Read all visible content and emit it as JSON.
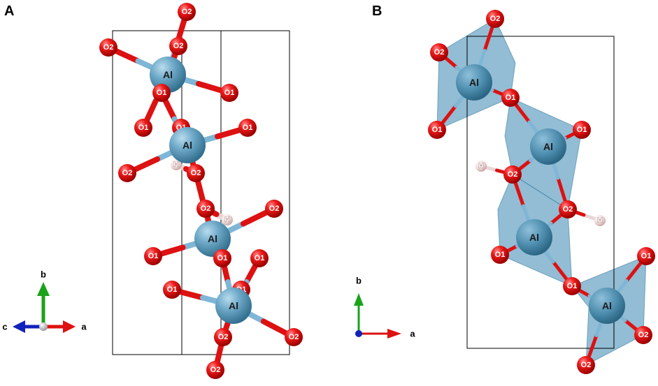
{
  "panels": {
    "A": {
      "letter": "A"
    },
    "B": {
      "letter": "B"
    }
  },
  "labels": {
    "al": "Al",
    "o1": "O1",
    "o2": "O2",
    "h": "H"
  },
  "axes_A": {
    "b": "b",
    "c": "c",
    "a": "a"
  },
  "axes_B": {
    "b": "b",
    "a": "a"
  },
  "colors": {
    "aluminum": "#5b9bbd",
    "oxygen": "#dd1111",
    "hydrogen": "#f2e0e0",
    "polyhedron": "#4f95ba",
    "bond_blue": "#7fb6d6",
    "axis_b": "#1aa31a",
    "axis_a": "#dd1111",
    "axis_c": "#1122bb"
  }
}
